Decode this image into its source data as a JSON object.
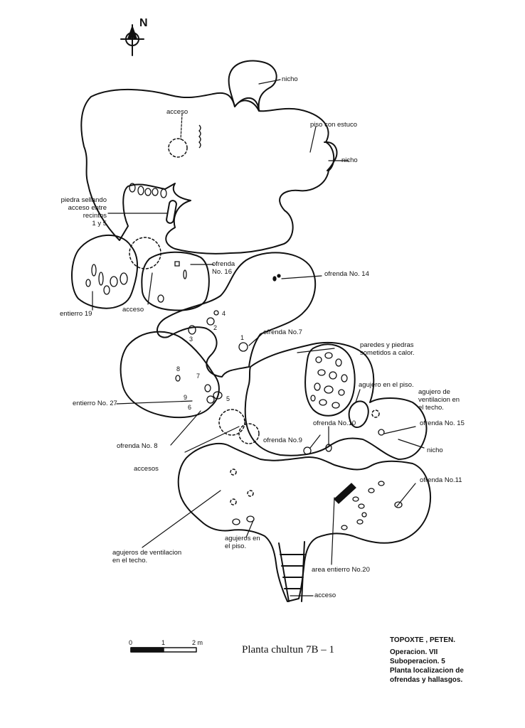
{
  "north": {
    "label": "N"
  },
  "labels": {
    "nicho_top": "nicho",
    "acceso_top": "acceso",
    "piso_estuco": "piso con estuco",
    "nicho_right": "nicho",
    "piedra_1": "piedra sellando",
    "piedra_2": "acceso entre",
    "piedra_3": "recintos",
    "piedra_4": "1 y 5",
    "ofrenda16_1": "ofrenda",
    "ofrenda16_2": "No. 16",
    "ofrenda14": "ofrenda No. 14",
    "entierro19": "entierro 19",
    "acceso_mid": "acceso",
    "ofrenda7": "ofrenda No.7",
    "paredes_1": "paredes y piedras",
    "paredes_2": "sometidos a calor.",
    "agujero_piso": "agujero en el piso.",
    "agujero_vent_1": "agujero de",
    "agujero_vent_2": "ventilacion en",
    "agujero_vent_3": "el techo.",
    "entierro27": "entierro No. 27",
    "ofrenda15": "ofrenda No. 15",
    "ofrenda10": "ofrenda No.10",
    "ofrenda8": "ofrenda No. 8",
    "ofrenda9": "ofrenda No.9",
    "nicho_low": "nicho",
    "accesos": "accesos",
    "ofrenda11": "ofrenda No.11",
    "agujeros_vent_1": "agujeros de ventilacion",
    "agujeros_vent_2": "en el techo.",
    "agujeros_piso_1": "agujeros en",
    "agujeros_piso_2": "el piso.",
    "area_entierro20": "area entierro No.20",
    "acceso_bottom": "acceso"
  },
  "numbers": [
    "4",
    "2",
    "3",
    "1",
    "8",
    "7",
    "9",
    "6",
    "5"
  ],
  "scale": {
    "zero": "0",
    "one": "1",
    "two": "2 m"
  },
  "title": "Planta chultun 7B – 1",
  "site": {
    "line1": "TOPOXTE , PETEN.",
    "line2": "Operacion. VII",
    "line3": "Suboperacion. 5",
    "line4": "Planta localizacion de",
    "line5": "ofrendas y hallasgos."
  },
  "colors": {
    "ink": "#111111",
    "paper": "#ffffff"
  }
}
